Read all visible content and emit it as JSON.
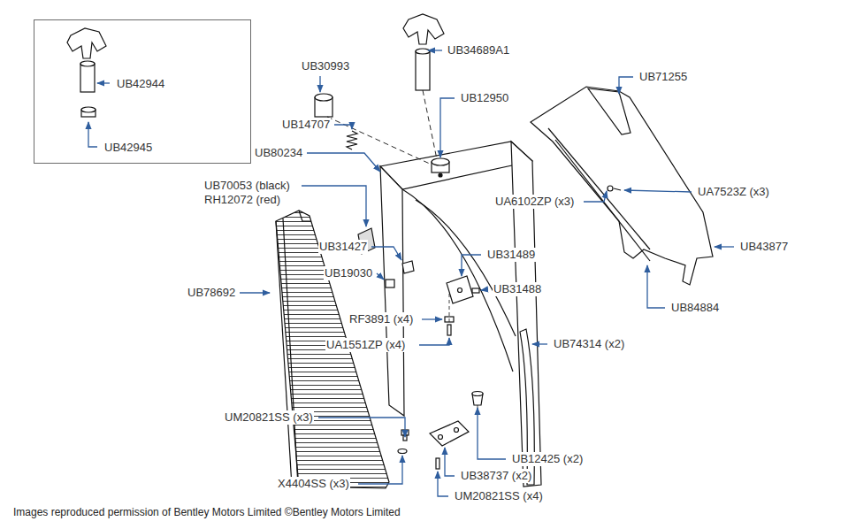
{
  "diagram": {
    "caption": "Images reproduced permission of Bentley Motors Limited ©Bentley Motors Limited",
    "nodes": [
      {
        "text": [
          "UB42944",
          "UB42945"
        ]
      }
    ],
    "labels": [
      "UB34689A1",
      "UB30993",
      "UB12950",
      "UB71255",
      "UB14707",
      "UB80234",
      "UA7523Z (x3)",
      "UA6102ZP (x3)",
      "UB70053 (black)",
      "RH12072 (red)",
      "UB31427",
      "UB31489",
      "UB43877",
      "UB19030",
      "UB31488",
      "UB78692",
      "RF3891 (x4)",
      "UB84884",
      "UA1551ZP (x4)",
      "UB74314 (x2)",
      "UM20821SS (x3)",
      "UB12425 (x2)",
      "X4404SS (x3)",
      "UB38737 (x2)",
      "UM20821SS (x4)"
    ]
  }
}
